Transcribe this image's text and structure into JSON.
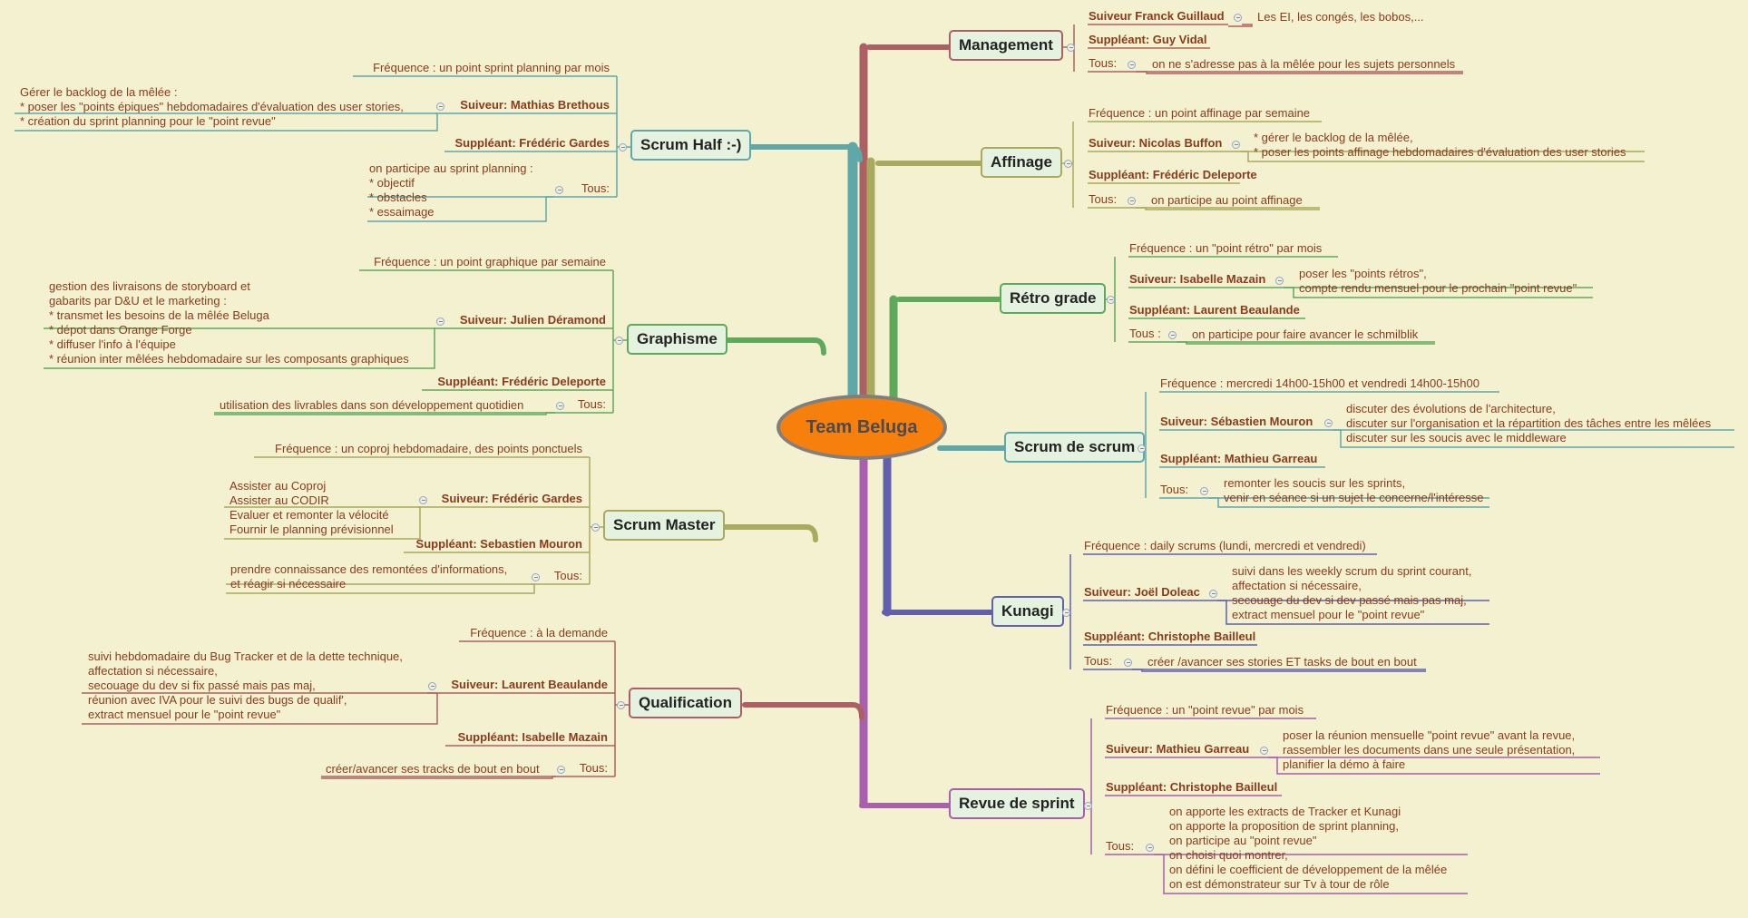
{
  "center": "Team Beluga",
  "topics": [
    {
      "key": "management",
      "label": "Management",
      "color": "#ad6064",
      "items": [
        {
          "label": "Suiveur Franck Guillaud",
          "bold": true,
          "note": [
            "Les EI, les congés, les bobos,..."
          ]
        },
        {
          "label": "Suppléant: Guy Vidal",
          "bold": true
        },
        {
          "label": "Tous:",
          "bold": false,
          "note": [
            "on ne s'adresse pas à la mêlée pour les sujets personnels"
          ]
        }
      ]
    },
    {
      "key": "affinage",
      "label": "Affinage",
      "color": "#aaaa5e",
      "items": [
        {
          "label": "Fréquence : un point affinage par semaine",
          "bold": false
        },
        {
          "label": "Suiveur: Nicolas Buffon",
          "bold": true,
          "note": [
            "* gérer le backlog de la mêlée,",
            "* poser les points affinage hebdomadaires d'évaluation des user stories"
          ]
        },
        {
          "label": "Suppléant: Frédéric Deleporte",
          "bold": true
        },
        {
          "label": "Tous:",
          "bold": false,
          "note": [
            "on participe au point affinage"
          ]
        }
      ]
    },
    {
      "key": "retro",
      "label": "Rétro grade",
      "color": "#5fa95c",
      "items": [
        {
          "label": "Fréquence : un \"point rétro\" par mois",
          "bold": false
        },
        {
          "label": "Suiveur: Isabelle Mazain",
          "bold": true,
          "note": [
            "poser les \"points rétros\",",
            "compte rendu mensuel pour le prochain \"point revue\""
          ]
        },
        {
          "label": "Suppléant: Laurent Beaulande",
          "bold": true
        },
        {
          "label": "Tous :",
          "bold": false,
          "note": [
            "on participe pour faire avancer le schmilblik"
          ]
        }
      ]
    },
    {
      "key": "scrumofscrum",
      "label": "Scrum de scrum",
      "color": "#5fa8aa",
      "items": [
        {
          "label": "Fréquence : mercredi 14h00-15h00 et vendredi 14h00-15h00",
          "bold": false
        },
        {
          "label": "Suiveur: Sébastien Mouron",
          "bold": true,
          "note": [
            "discuter des évolutions de l'architecture,",
            "discuter sur l'organisation et la répartition des tâches entre les mêlées",
            "discuter sur les soucis avec le middleware"
          ]
        },
        {
          "label": "Suppléant: Mathieu Garreau",
          "bold": true
        },
        {
          "label": "Tous:",
          "bold": false,
          "note": [
            "remonter les soucis sur les sprints,",
            "venir en séance si un sujet le concerne/l'intéresse"
          ]
        }
      ]
    },
    {
      "key": "kunagi",
      "label": "Kunagi",
      "color": "#6060ad",
      "items": [
        {
          "label": "Fréquence : daily scrums (lundi, mercredi et vendredi)",
          "bold": false
        },
        {
          "label": "Suiveur: Joël Doleac",
          "bold": true,
          "note": [
            "suivi dans les weekly scrum du sprint courant,",
            "affectation si nécessaire,",
            "secouage du dev si dev passé mais pas maj,",
            "extract mensuel pour le \"point revue\""
          ]
        },
        {
          "label": "Suppléant: Christophe Bailleul",
          "bold": true
        },
        {
          "label": "Tous:",
          "bold": false,
          "note": [
            "créer /avancer ses stories ET tasks de bout en bout"
          ]
        }
      ]
    },
    {
      "key": "revue",
      "label": "Revue de sprint",
      "color": "#a85fad",
      "items": [
        {
          "label": "Fréquence : un \"point revue\" par mois",
          "bold": false
        },
        {
          "label": "Suiveur: Mathieu Garreau",
          "bold": true,
          "note": [
            "poser la réunion mensuelle \"point revue\" avant la revue,",
            "rassembler les documents dans une seule présentation,",
            "planifier la démo à faire"
          ]
        },
        {
          "label": "Suppléant: Christophe Bailleul",
          "bold": true
        },
        {
          "label": "Tous:",
          "bold": false,
          "note": [
            "on apporte les extracts de Tracker et Kunagi",
            "on apporte la proposition de sprint planning,",
            "on participe au \"point revue\"",
            "on choisi quoi montrer,",
            "on défini le coefficient de développement de la mêlée",
            "on est démonstrateur sur Tv à tour de rôle"
          ]
        }
      ]
    },
    {
      "key": "scrumhalf",
      "label": "Scrum Half :-)",
      "color": "#5fa8aa",
      "items": [
        {
          "label": "Fréquence : un point sprint planning par mois",
          "bold": false
        },
        {
          "label": "Suiveur: Mathias Brethous",
          "bold": true,
          "note": [
            "Gérer le backlog de la mêlée :",
            "* poser les \"points épiques\" hebdomadaires d'évaluation des user stories,",
            "* création du sprint planning pour le \"point revue\""
          ]
        },
        {
          "label": "Suppléant: Frédéric Gardes",
          "bold": true
        },
        {
          "label": "Tous:",
          "bold": false,
          "note": [
            "on participe au sprint planning :",
            "* objectif",
            "* obstacles",
            "* essaimage"
          ]
        }
      ]
    },
    {
      "key": "graphisme",
      "label": "Graphisme",
      "color": "#5fa95c",
      "items": [
        {
          "label": "Fréquence : un point graphique par semaine",
          "bold": false
        },
        {
          "label": "Suiveur: Julien Déramond",
          "bold": true,
          "note": [
            "gestion des livraisons de storyboard et",
            "gabarits par D&U et le marketing :",
            "* transmet les besoins de la mêlée Beluga",
            "* dépot dans Orange Forge",
            "* diffuser l'info à l'équipe",
            "* réunion inter mêlées hebdomadaire sur les composants graphiques"
          ]
        },
        {
          "label": "Suppléant: Frédéric Deleporte",
          "bold": true
        },
        {
          "label": "Tous:",
          "bold": false,
          "note": [
            "utilisation des livrables dans son développement quotidien"
          ]
        }
      ]
    },
    {
      "key": "scrummaster",
      "label": "Scrum Master",
      "color": "#aaaa5e",
      "items": [
        {
          "label": "Fréquence : un coproj hebdomadaire, des points ponctuels",
          "bold": false
        },
        {
          "label": "Suiveur: Frédéric Gardes",
          "bold": true,
          "note": [
            "Assister au Coproj",
            "Assister au CODIR",
            "Evaluer et remonter la vélocité",
            "Fournir le planning prévisionnel"
          ]
        },
        {
          "label": "Suppléant: Sebastien Mouron",
          "bold": true
        },
        {
          "label": "Tous:",
          "bold": false,
          "note": [
            "prendre connaissance des remontées d'informations,",
            "et réagir si nécessaire"
          ]
        }
      ]
    },
    {
      "key": "qualification",
      "label": "Qualification",
      "color": "#ad6064",
      "items": [
        {
          "label": "Fréquence : à la demande",
          "bold": false
        },
        {
          "label": "Suiveur: Laurent Beaulande",
          "bold": true,
          "note": [
            "suivi hebdomadaire du Bug Tracker et de la dette technique,",
            "affectation si nécessaire,",
            "secouage du dev si fix passé mais pas maj,",
            "réunion avec IVA pour le suivi des bugs de qualif',",
            "extract mensuel pour le \"point revue\""
          ]
        },
        {
          "label": "Suppléant: Isabelle Mazain",
          "bold": true
        },
        {
          "label": "Tous:",
          "bold": false,
          "note": [
            "créer/avancer ses tracks de bout en bout"
          ]
        }
      ]
    }
  ]
}
